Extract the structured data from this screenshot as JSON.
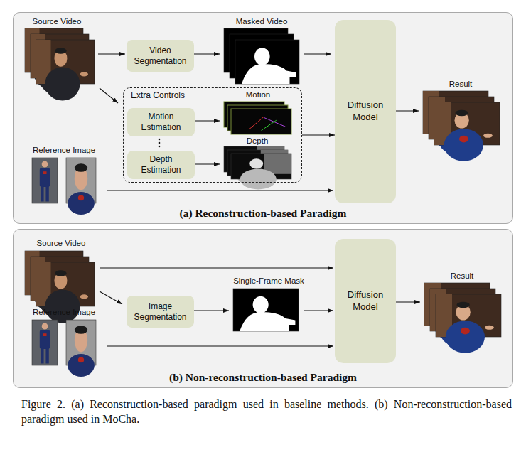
{
  "diagram": {
    "caption": "Figure 2. (a) Reconstruction-based paradigm used in baseline methods. (b) Non-reconstruction-based paradigm used in MoCha.",
    "nodes": [
      {
        "text": [
          "(a) Reconstruction-based Paradigm"
        ]
      },
      {
        "text": [
          "Video Segmentation"
        ],
        "in": 0
      },
      {
        "text": [
          "Extra Controls"
        ],
        "in": 0
      },
      {
        "text": [
          "Motion Estimation"
        ],
        "in": 2
      },
      {
        "text": [
          "Depth Estimation"
        ],
        "in": 2
      },
      {
        "text": [
          "Diffusion Model"
        ],
        "in": 0
      },
      {
        "text": [
          "(b) Non-reconstruction-based Paradigm"
        ]
      },
      {
        "text": [
          "Image Segmentation"
        ],
        "in": 6
      },
      {
        "text": [
          "Diffusion Model"
        ],
        "in": 6
      }
    ],
    "edges": [
      {
        "from": 2,
        "to": 5,
        "arrow": "to"
      }
    ],
    "labels": [
      "Source Video",
      "Masked Video",
      "Motion",
      "Depth",
      "Reference Image",
      "Result",
      "Source Video",
      "Single-Frame Mask",
      "Reference Image",
      "Result"
    ]
  }
}
